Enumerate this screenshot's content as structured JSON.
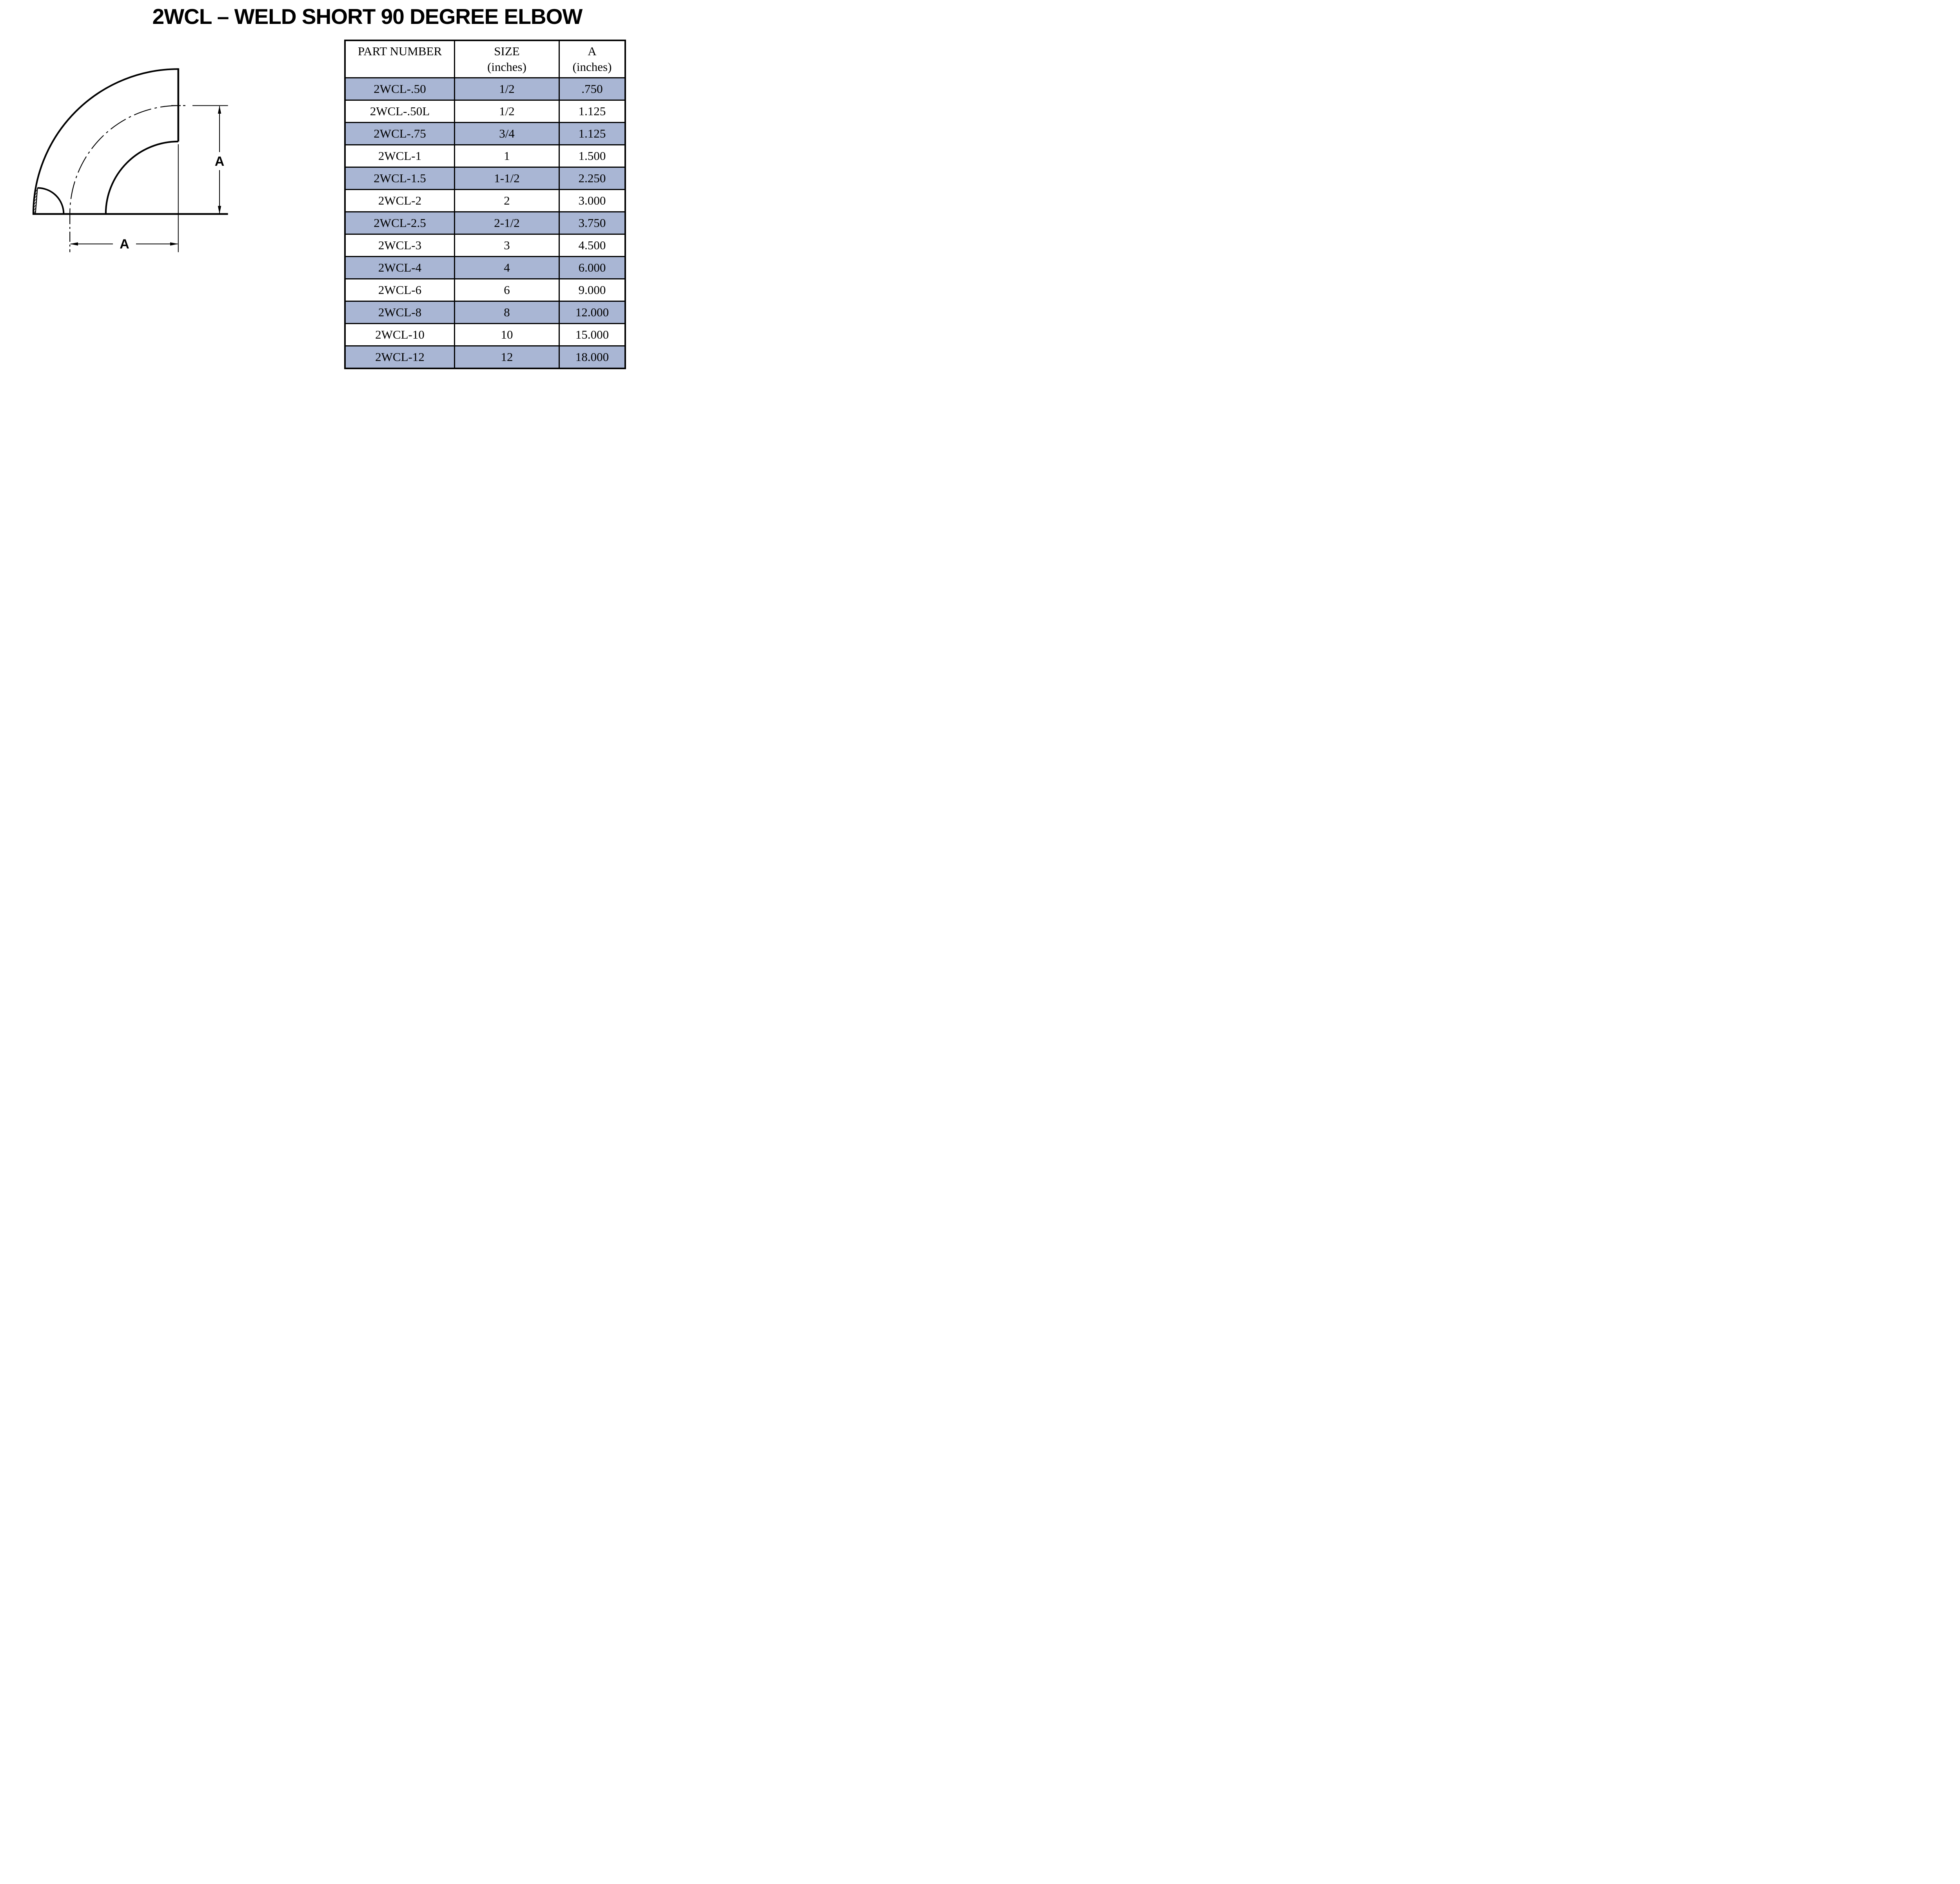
{
  "title": "2WCL – WELD SHORT 90 DEGREE ELBOW",
  "diagram": {
    "description": "Outline drawing of a weld short 90 degree elbow with center-to-end dimension arrows",
    "dim_label_vertical": "A",
    "dim_label_horizontal": "A"
  },
  "table": {
    "columns": [
      {
        "line1": "PART NUMBER",
        "line2": ""
      },
      {
        "line1": "SIZE",
        "line2": "(inches)"
      },
      {
        "line1": "A",
        "line2": "(inches)"
      }
    ],
    "rows": [
      {
        "part": "2WCL-.50",
        "size": "1/2",
        "a": ".750"
      },
      {
        "part": "2WCL-.50L",
        "size": "1/2",
        "a": "1.125"
      },
      {
        "part": "2WCL-.75",
        "size": "3/4",
        "a": "1.125"
      },
      {
        "part": "2WCL-1",
        "size": "1",
        "a": "1.500"
      },
      {
        "part": "2WCL-1.5",
        "size": "1-1/2",
        "a": "2.250"
      },
      {
        "part": "2WCL-2",
        "size": "2",
        "a": "3.000"
      },
      {
        "part": "2WCL-2.5",
        "size": "2-1/2",
        "a": "3.750"
      },
      {
        "part": "2WCL-3",
        "size": "3",
        "a": "4.500"
      },
      {
        "part": "2WCL-4",
        "size": "4",
        "a": "6.000"
      },
      {
        "part": "2WCL-6",
        "size": "6",
        "a": "9.000"
      },
      {
        "part": "2WCL-8",
        "size": "8",
        "a": "12.000"
      },
      {
        "part": "2WCL-10",
        "size": "10",
        "a": "15.000"
      },
      {
        "part": "2WCL-12",
        "size": "12",
        "a": "18.000"
      }
    ],
    "colors": {
      "row_shade": "#a9b6d4",
      "row_plain": "#ffffff",
      "grid": "#000000"
    }
  }
}
